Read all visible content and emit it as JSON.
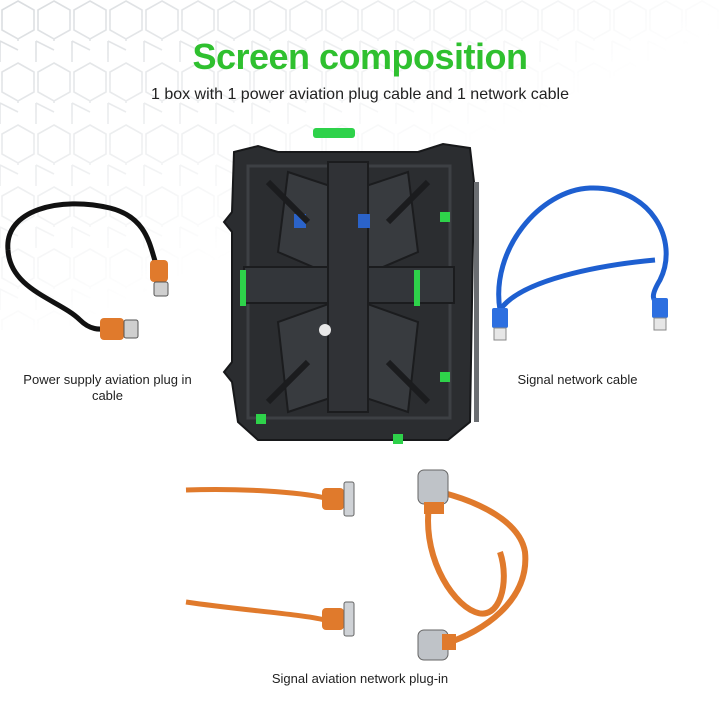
{
  "title": "Screen composition",
  "subtitle": "1 box with 1 power aviation plug cable and 1 network cable",
  "labels": {
    "power": "Power supply aviation plug in cable",
    "signal": "Signal network cable",
    "aviation": "Signal aviation network plug-in"
  },
  "colors": {
    "title_green": "#2fc02f",
    "cabinet": "#2b2d30",
    "orange_cable": "#e07a2c",
    "blue_cable": "#1e5fd0",
    "accent_green": "#2ed24a"
  }
}
